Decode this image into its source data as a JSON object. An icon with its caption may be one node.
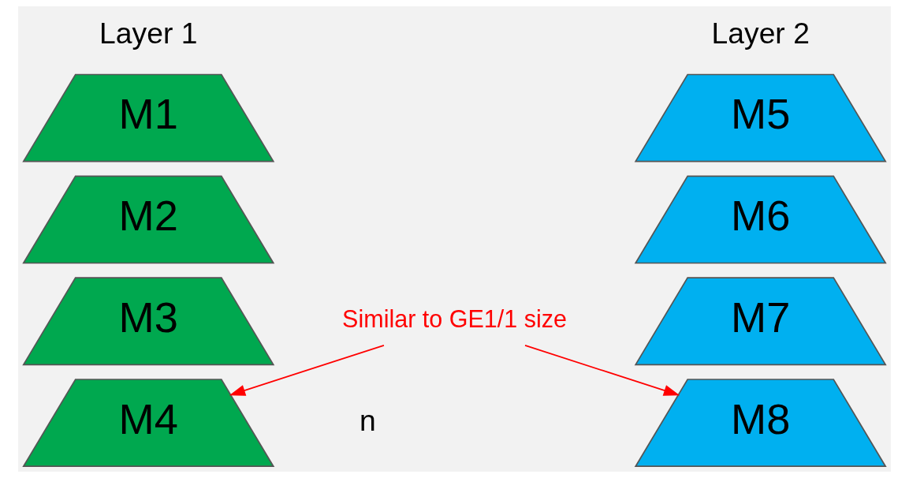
{
  "diagram": {
    "nodes": [
      {
        "text": [
          "M1"
        ]
      },
      {
        "text": [
          "M2"
        ]
      },
      {
        "text": [
          "M3"
        ]
      },
      {
        "text": [
          "M4"
        ]
      },
      {
        "text": [
          "M5"
        ]
      },
      {
        "text": [
          "M6"
        ]
      },
      {
        "text": [
          "M7"
        ]
      },
      {
        "text": [
          "M8"
        ]
      },
      {
        "text": [
          "Similar to GE1/1 size"
        ]
      }
    ],
    "edges": [
      {
        "from": 8,
        "to": 3,
        "arrow": "to"
      },
      {
        "from": 8,
        "to": 7,
        "arrow": "to"
      }
    ],
    "labels": [
      "Layer 1",
      "Layer 2",
      "n"
    ]
  }
}
